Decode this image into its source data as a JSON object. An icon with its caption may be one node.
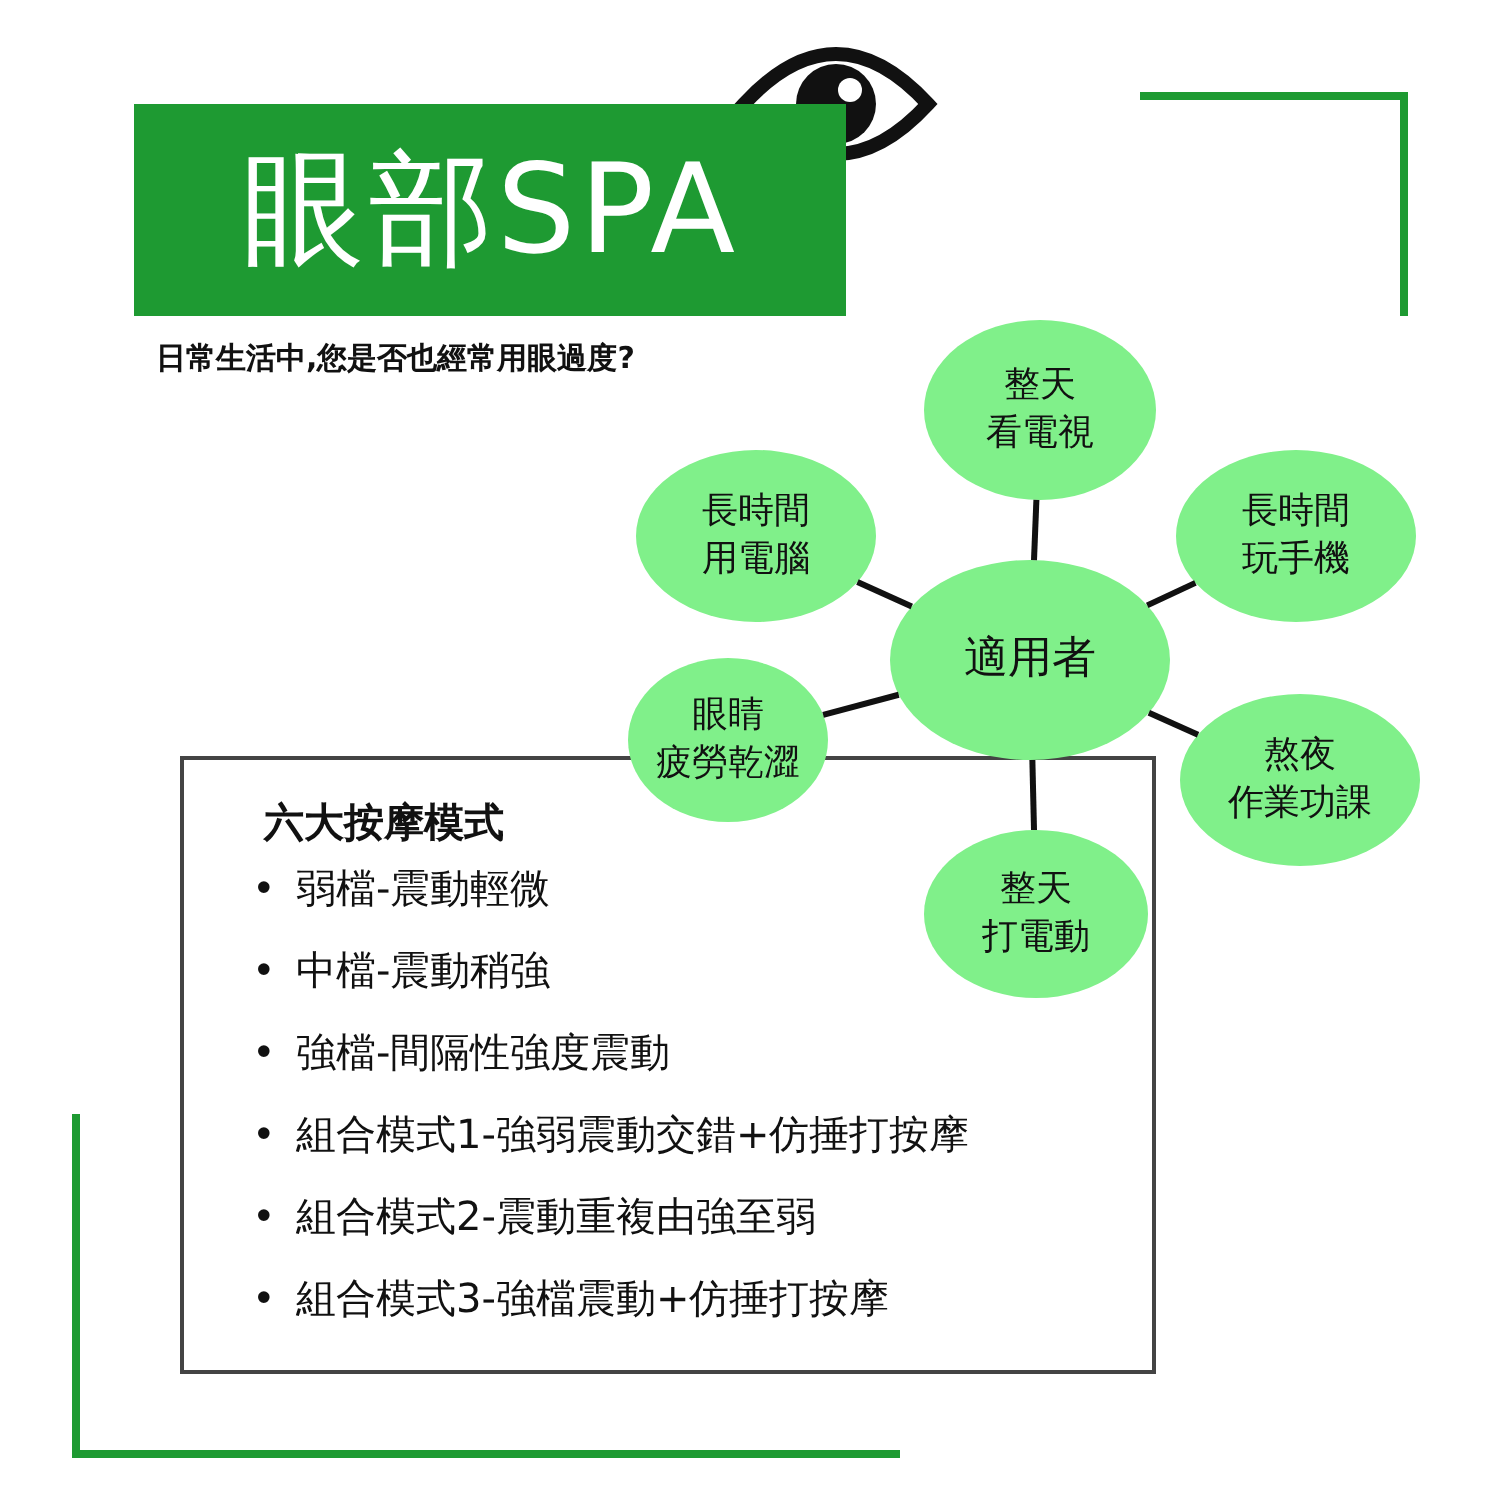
{
  "diagram": {
    "title": "眼部SPA",
    "nodes": [
      {
        "text": [
          "適用者"
        ]
      },
      {
        "text": [
          "整天看電視"
        ]
      },
      {
        "text": [
          "長時間玩手機"
        ]
      },
      {
        "text": [
          "熬夜作業功課"
        ]
      },
      {
        "text": [
          "整天打電動"
        ],
        "in": 7
      },
      {
        "text": [
          "眼睛疲勞乾澀"
        ]
      },
      {
        "text": [
          "長時間用電腦"
        ]
      },
      {
        "text": [
          "六大按摩模式",
          "•",
          "弱檔-震動輕微",
          "•",
          "中檔-震動稍強",
          "•",
          "強檔-間隔性強度震動",
          "•",
          "組合模式1-強弱震動交錯+仿捶打按摩",
          "•",
          "組合模式2-震動重複由強至弱",
          "•",
          "組合模式3-強檔震動+仿捶打按摩"
        ]
      }
    ],
    "edges": [
      {
        "from": 0,
        "to": 1,
        "arrow": "none"
      },
      {
        "from": 0,
        "to": 2,
        "arrow": "none"
      },
      {
        "from": 0,
        "to": 3,
        "arrow": "none"
      },
      {
        "from": 0,
        "to": 4,
        "arrow": "none"
      },
      {
        "from": 0,
        "to": 5,
        "arrow": "none"
      },
      {
        "from": 0,
        "to": 6,
        "arrow": "none"
      }
    ],
    "labels": [
      "日常生活中,您是否也經常用眼過度?"
    ]
  }
}
